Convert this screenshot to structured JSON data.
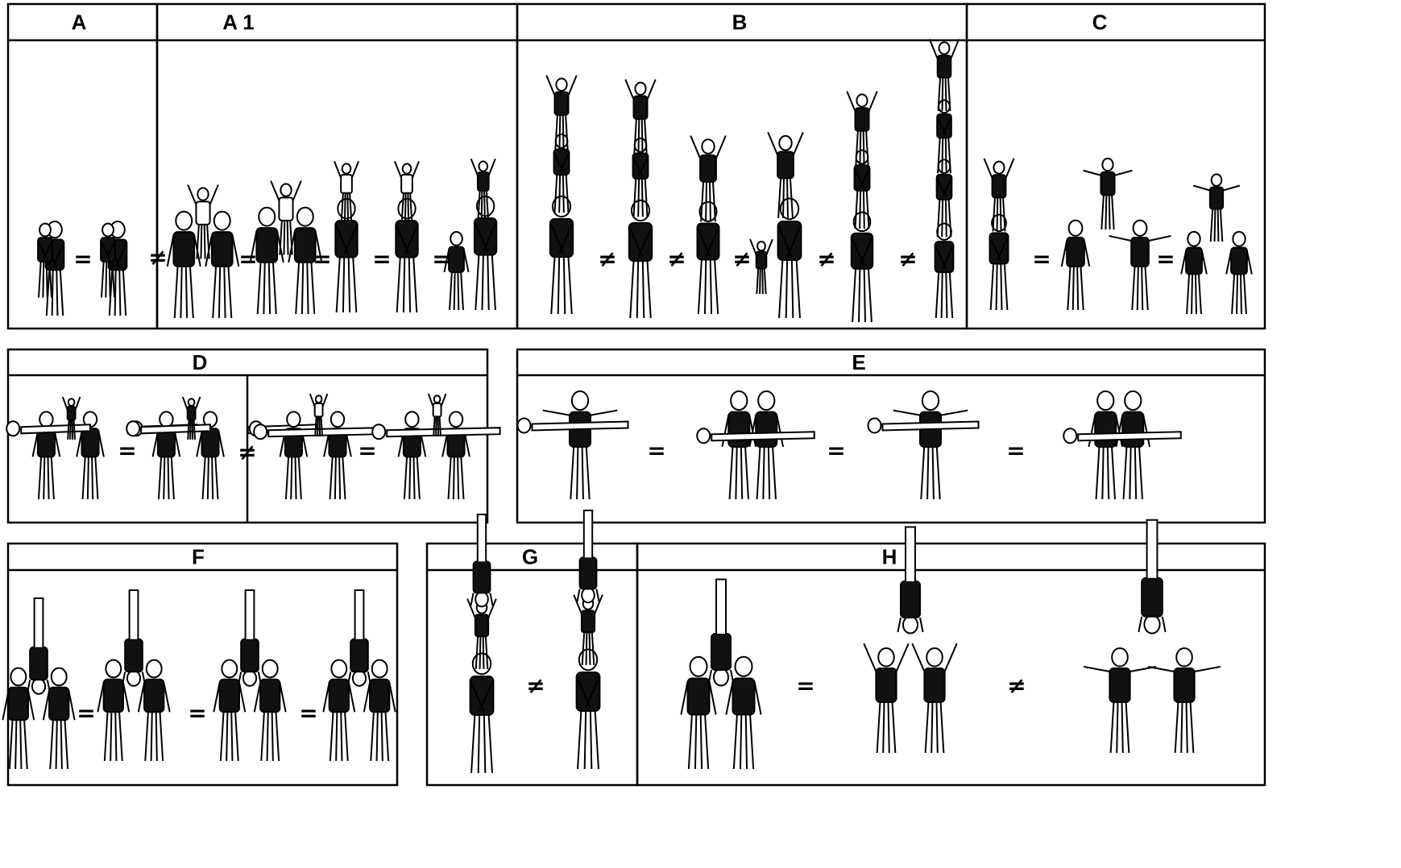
{
  "panels": [
    {
      "id": "A",
      "title": "A",
      "relations": [
        "="
      ]
    },
    {
      "id": "A1",
      "title": "A 1",
      "relations": [
        "≠",
        "=",
        "=",
        "=",
        "="
      ]
    },
    {
      "id": "B",
      "title": "B",
      "relations": [
        "≠",
        "≠",
        "≠",
        "≠",
        "≠"
      ]
    },
    {
      "id": "C",
      "title": "C",
      "relations": [
        "=",
        "="
      ]
    },
    {
      "id": "D",
      "title": "D",
      "relations": [
        "=",
        "≠",
        "="
      ]
    },
    {
      "id": "E",
      "title": "E",
      "relations": [
        "=",
        "=",
        "="
      ]
    },
    {
      "id": "F",
      "title": "F",
      "relations": [
        "=",
        "=",
        "="
      ]
    },
    {
      "id": "G",
      "title": "G",
      "relations": [
        "≠"
      ]
    },
    {
      "id": "H",
      "title": "H",
      "relations": [
        "=",
        "≠"
      ]
    }
  ],
  "style": {
    "ink": "#000000",
    "leotard": "#111111",
    "paper": "#ffffff"
  }
}
